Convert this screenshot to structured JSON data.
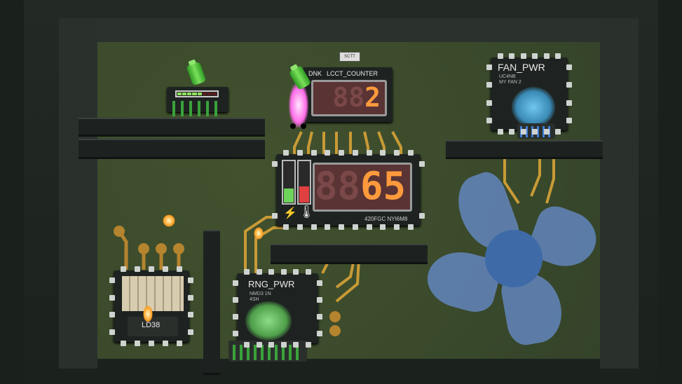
{
  "lcd_counter": {
    "header_left": "DNK",
    "header_title": "LCCT_COUNTER",
    "ghost_digits": "88",
    "value": "2",
    "top_tag": "SCTT"
  },
  "main_display": {
    "ghost_digits": "88",
    "value": "65",
    "model_text": "420FGC NYI6M8",
    "battery_level": 0.35,
    "temperature_level": 0.4
  },
  "fan_pwr": {
    "title": "FAN_PWR",
    "line1": "UC4NB",
    "line2": "MY FAN 2"
  },
  "rng_pwr": {
    "title": "RNG_PWR",
    "line1": "NMD3 1N",
    "line2": "4SH"
  },
  "ld_chip": {
    "label": "LD38"
  },
  "top_battery_indicator": {
    "segments_lit": 5,
    "segments_total": 8
  },
  "colors": {
    "board": "#3b4a2c",
    "segment_digit": "#ff9a3c",
    "trace": "#c89a36",
    "fan": "#5e7fae",
    "battery": "#5acb3a"
  }
}
